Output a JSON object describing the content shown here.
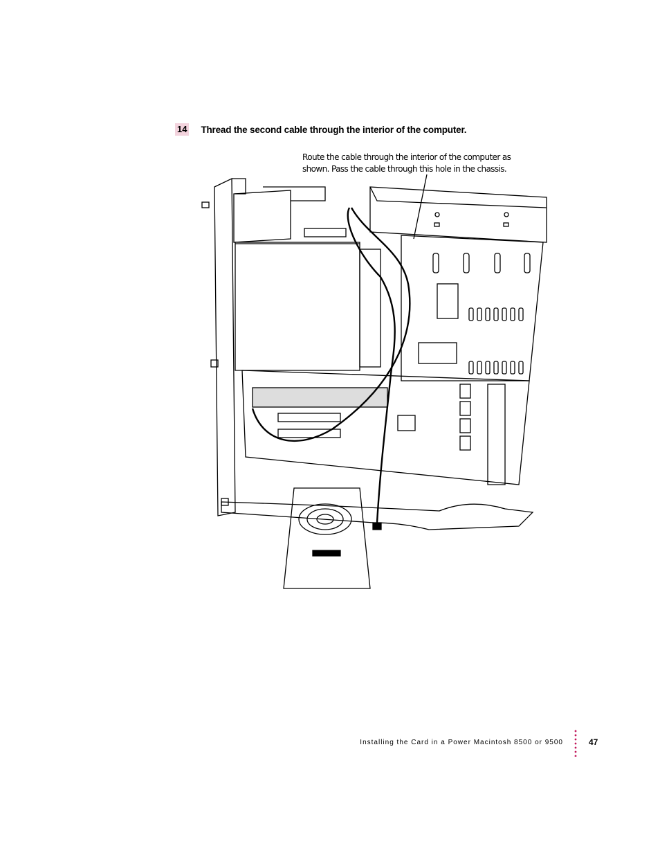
{
  "step": {
    "number": "14",
    "text": "Thread the second cable through the interior of the computer."
  },
  "callout": {
    "line1": "Route the cable through the interior of the computer as",
    "line2": "shown. Pass the cable through this hole in the chassis."
  },
  "footer": {
    "running_title": "Installing the Card in a Power Macintosh 8500 or 9500",
    "page_number": "47"
  },
  "colors": {
    "step_highlight": "#f3d3dd",
    "dot_leader": "#c2185b"
  }
}
